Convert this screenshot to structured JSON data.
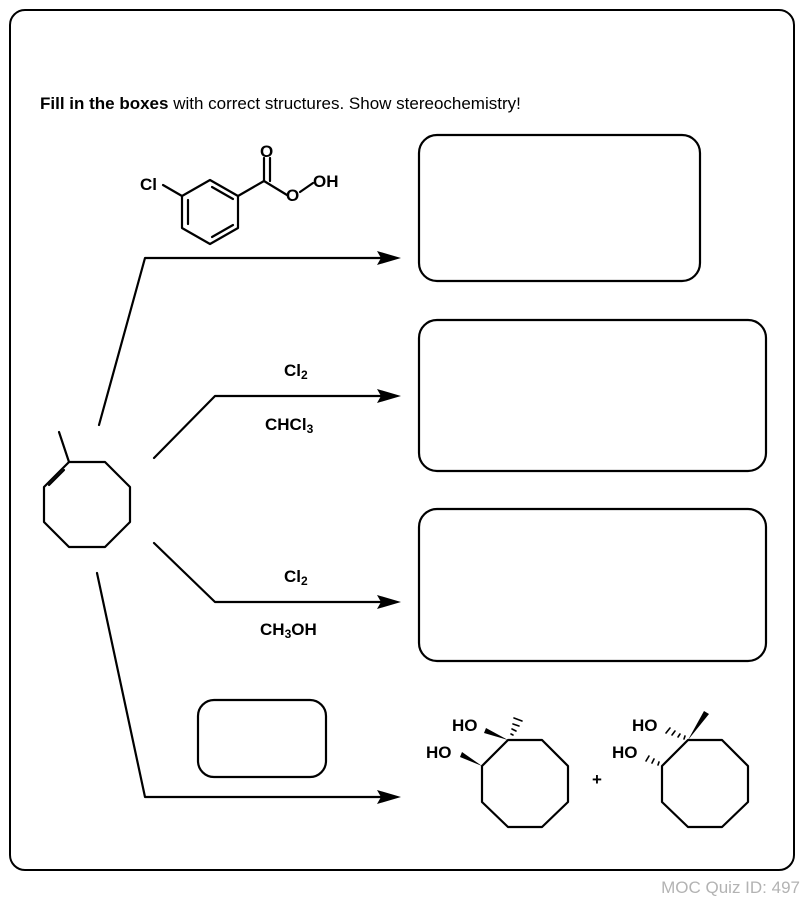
{
  "instruction": {
    "bold": "Fill in the boxes",
    "rest": " with correct structures. Show stereochemistry!"
  },
  "reagents": {
    "mcpba": {
      "cl": "Cl",
      "o_carbonyl": "O",
      "o_peroxy": "O",
      "oh": "OH"
    },
    "route2": {
      "top": "Cl",
      "top_sub": "2",
      "bottom": "CHCl",
      "bottom_sub": "3"
    },
    "route3": {
      "top": "Cl",
      "top_sub": "2",
      "bottom_pre": "CH",
      "bottom_sub": "3",
      "bottom_post": "OH"
    }
  },
  "products": {
    "diol_a": {
      "ho_top": "HO",
      "ho_bottom": "HO"
    },
    "diol_b": {
      "ho_top": "HO",
      "ho_bottom": "HO"
    },
    "plus": "+"
  },
  "footer": {
    "quiz_id": "MOC Quiz ID: 497"
  }
}
